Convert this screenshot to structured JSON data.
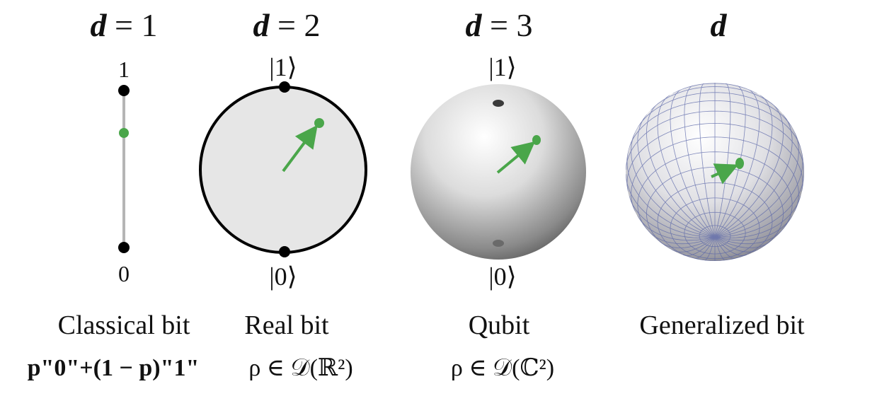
{
  "columns": [
    {
      "header": {
        "var": "d",
        "eq": " = ",
        "value": "1"
      },
      "top_label": "1",
      "bottom_label": "0",
      "name": "Classical bit",
      "formula": "p\"0\"+(1 − p)\"1\""
    },
    {
      "header": {
        "var": "d",
        "eq": " = ",
        "value": "2"
      },
      "top_label": "|1⟩",
      "bottom_label": "|0⟩",
      "name": "Real bit",
      "formula": "ρ ∈ 𝒟(ℝ²)"
    },
    {
      "header": {
        "var": "d",
        "eq": " = ",
        "value": "3"
      },
      "top_label": "|1⟩",
      "bottom_label": "|0⟩",
      "name": "Qubit",
      "formula": "ρ ∈ 𝒟(ℂ²)"
    },
    {
      "header": {
        "var": "d",
        "eq": "",
        "value": ""
      },
      "top_label": "",
      "bottom_label": "",
      "name": "Generalized bit",
      "formula": ""
    }
  ],
  "colors": {
    "state_green": "#4aa64a",
    "circle_fill": "#e6e6e6",
    "segment_gray": "#b5b5b5",
    "grid_blue": "#5a66a8"
  }
}
